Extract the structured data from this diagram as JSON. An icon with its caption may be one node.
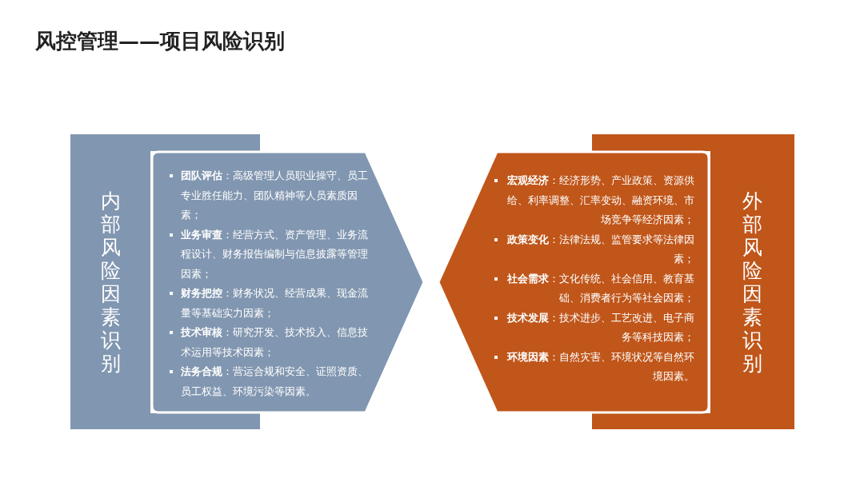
{
  "diagram": {
    "title": "风控管理——项目风险识别",
    "nodes": [
      {
        "text": [
          "内部风险因素识别"
        ]
      },
      {
        "text": [
          "**团队评估**：高级管理人员职业操守、员工专业胜任能力、团队精神等人员素质因素；",
          "**业务审查**：经营方式、资产管理、业务流程设计、财务报告编制与信息披露等管理因素；",
          "**财务把控**：财务状况、经营成果、现金流量等基础实力因素；",
          "**技术审核**：研究开发、技术投入、信息技术运用等技术因素；",
          "**法务合规**：营运合规和安全、证照资质、员工权益、环境污染等因素。"
        ]
      },
      {
        "text": [
          "外部风险因素识别"
        ]
      },
      {
        "text": [
          "**宏观经济**：经济形势、产业政策、资源供给、利率调整、汇率变动、融资环境、市场竞争等经济因素；",
          "**政策变化**：法律法规、监管要求等法律因素；",
          "**社会需求**：文化传统、社会信用、教育基础、消费者行为等社会因素；",
          "**技术发展**：技术进步、工艺改进、电子商务等科技因素；",
          "**环境因素**：自然灾害、环境状况等自然环境因素。"
        ]
      }
    ]
  }
}
